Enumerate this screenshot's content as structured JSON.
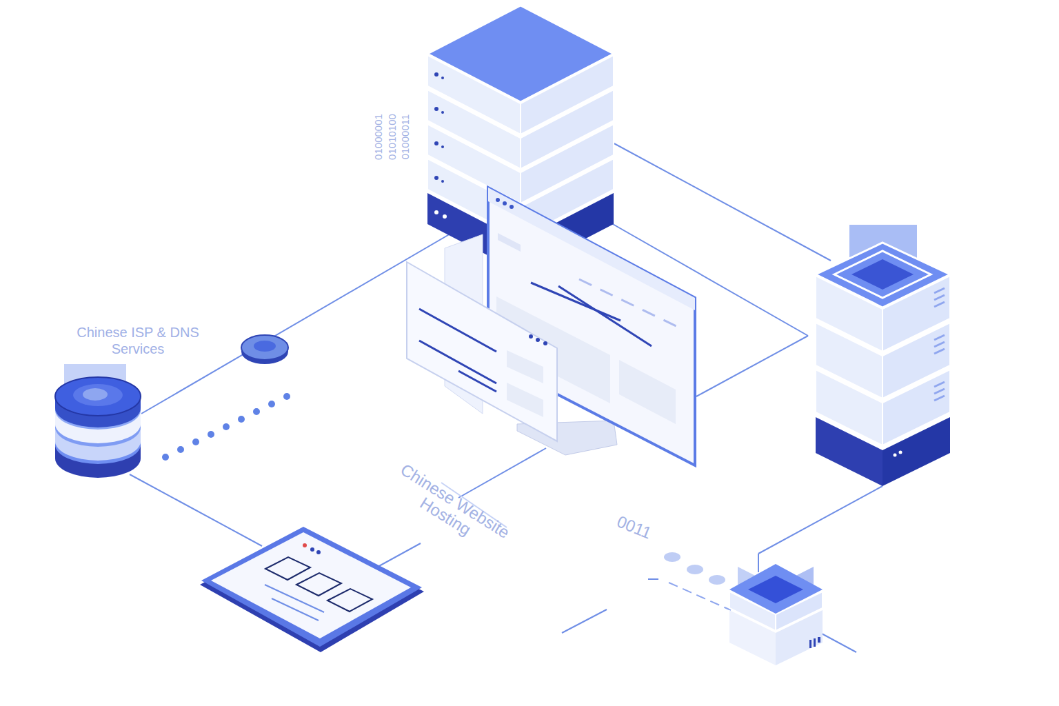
{
  "diagram": {
    "nodes": [
      {
        "text": [
          "Chinese ISP & DNS Services"
        ]
      }
    ],
    "labels": [
      "Chinese Website Hosting",
      "0011",
      "01000001",
      "01010100",
      "01000011"
    ]
  }
}
